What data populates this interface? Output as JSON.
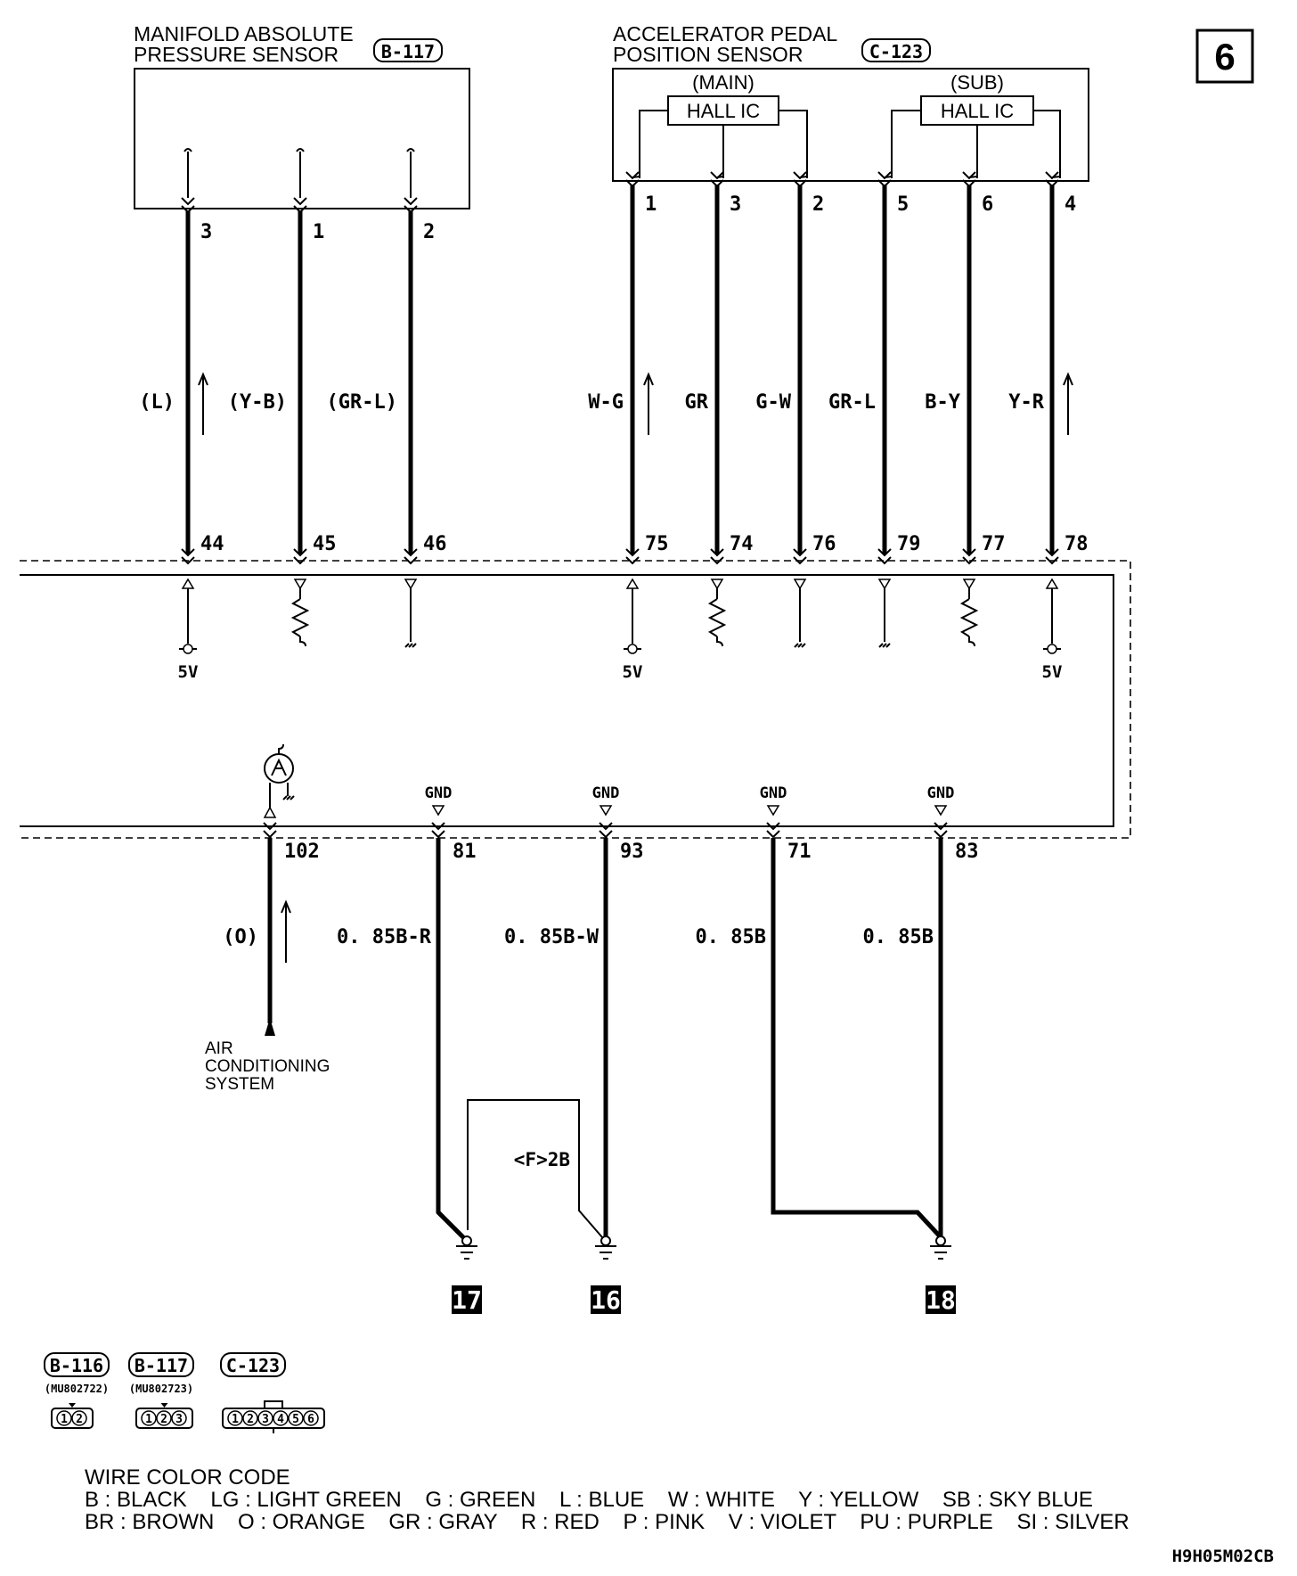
{
  "page_number": "6",
  "drawing_code": "H9H05M02CB",
  "map_sensor": {
    "title_line1": "MANIFOLD ABSOLUTE",
    "title_line2": "PRESSURE SENSOR",
    "connector": "B-117",
    "pins": [
      "3",
      "1",
      "2"
    ],
    "wire_colors": [
      "(L)",
      "(Y-B)",
      "(GR-L)"
    ],
    "ecm_terminals": [
      "44",
      "45",
      "46"
    ]
  },
  "app_sensor": {
    "title_line1": "ACCELERATOR PEDAL",
    "title_line2": "POSITION SENSOR",
    "connector": "C-123",
    "main_label": "(MAIN)",
    "sub_label": "(SUB)",
    "hall_ic": "HALL IC",
    "pins": [
      "1",
      "3",
      "2",
      "5",
      "6",
      "4"
    ],
    "wire_colors": [
      "W-G",
      "GR",
      "G-W",
      "GR-L",
      "B-Y",
      "Y-R"
    ],
    "ecm_terminals": [
      "75",
      "74",
      "76",
      "79",
      "77",
      "78"
    ]
  },
  "ecm": {
    "supply_label": "5V",
    "gnd_label": "GND",
    "bottom_terminals": [
      "102",
      "81",
      "93",
      "71",
      "83"
    ]
  },
  "ground_wires": {
    "ac_wire_color": "(O)",
    "wire_colors": [
      "0. 85B-R",
      "0. 85B-W",
      "0. 85B",
      "0. 85B"
    ],
    "ac_label": [
      "AIR",
      "CONDITIONING",
      "SYSTEM"
    ],
    "splice_label": "<F>2B",
    "ground_points": [
      "17",
      "16",
      "18"
    ]
  },
  "connectors_legend": [
    {
      "name": "B-116",
      "part": "(MU802722)",
      "pins": [
        "1",
        "2"
      ]
    },
    {
      "name": "B-117",
      "part": "(MU802723)",
      "pins": [
        "1",
        "2",
        "3"
      ]
    },
    {
      "name": "C-123",
      "part": "",
      "pins": [
        "1",
        "2",
        "3",
        "4",
        "5",
        "6"
      ]
    }
  ],
  "wire_color_code": {
    "title": "WIRE COLOR CODE",
    "row1": "B : BLACK    LG : LIGHT GREEN    G : GREEN    L : BLUE    W : WHITE    Y : YELLOW    SB : SKY BLUE",
    "row2": "BR : BROWN    O : ORANGE    GR : GRAY    R : RED    P : PINK    V : VIOLET    PU : PURPLE    SI : SILVER"
  }
}
